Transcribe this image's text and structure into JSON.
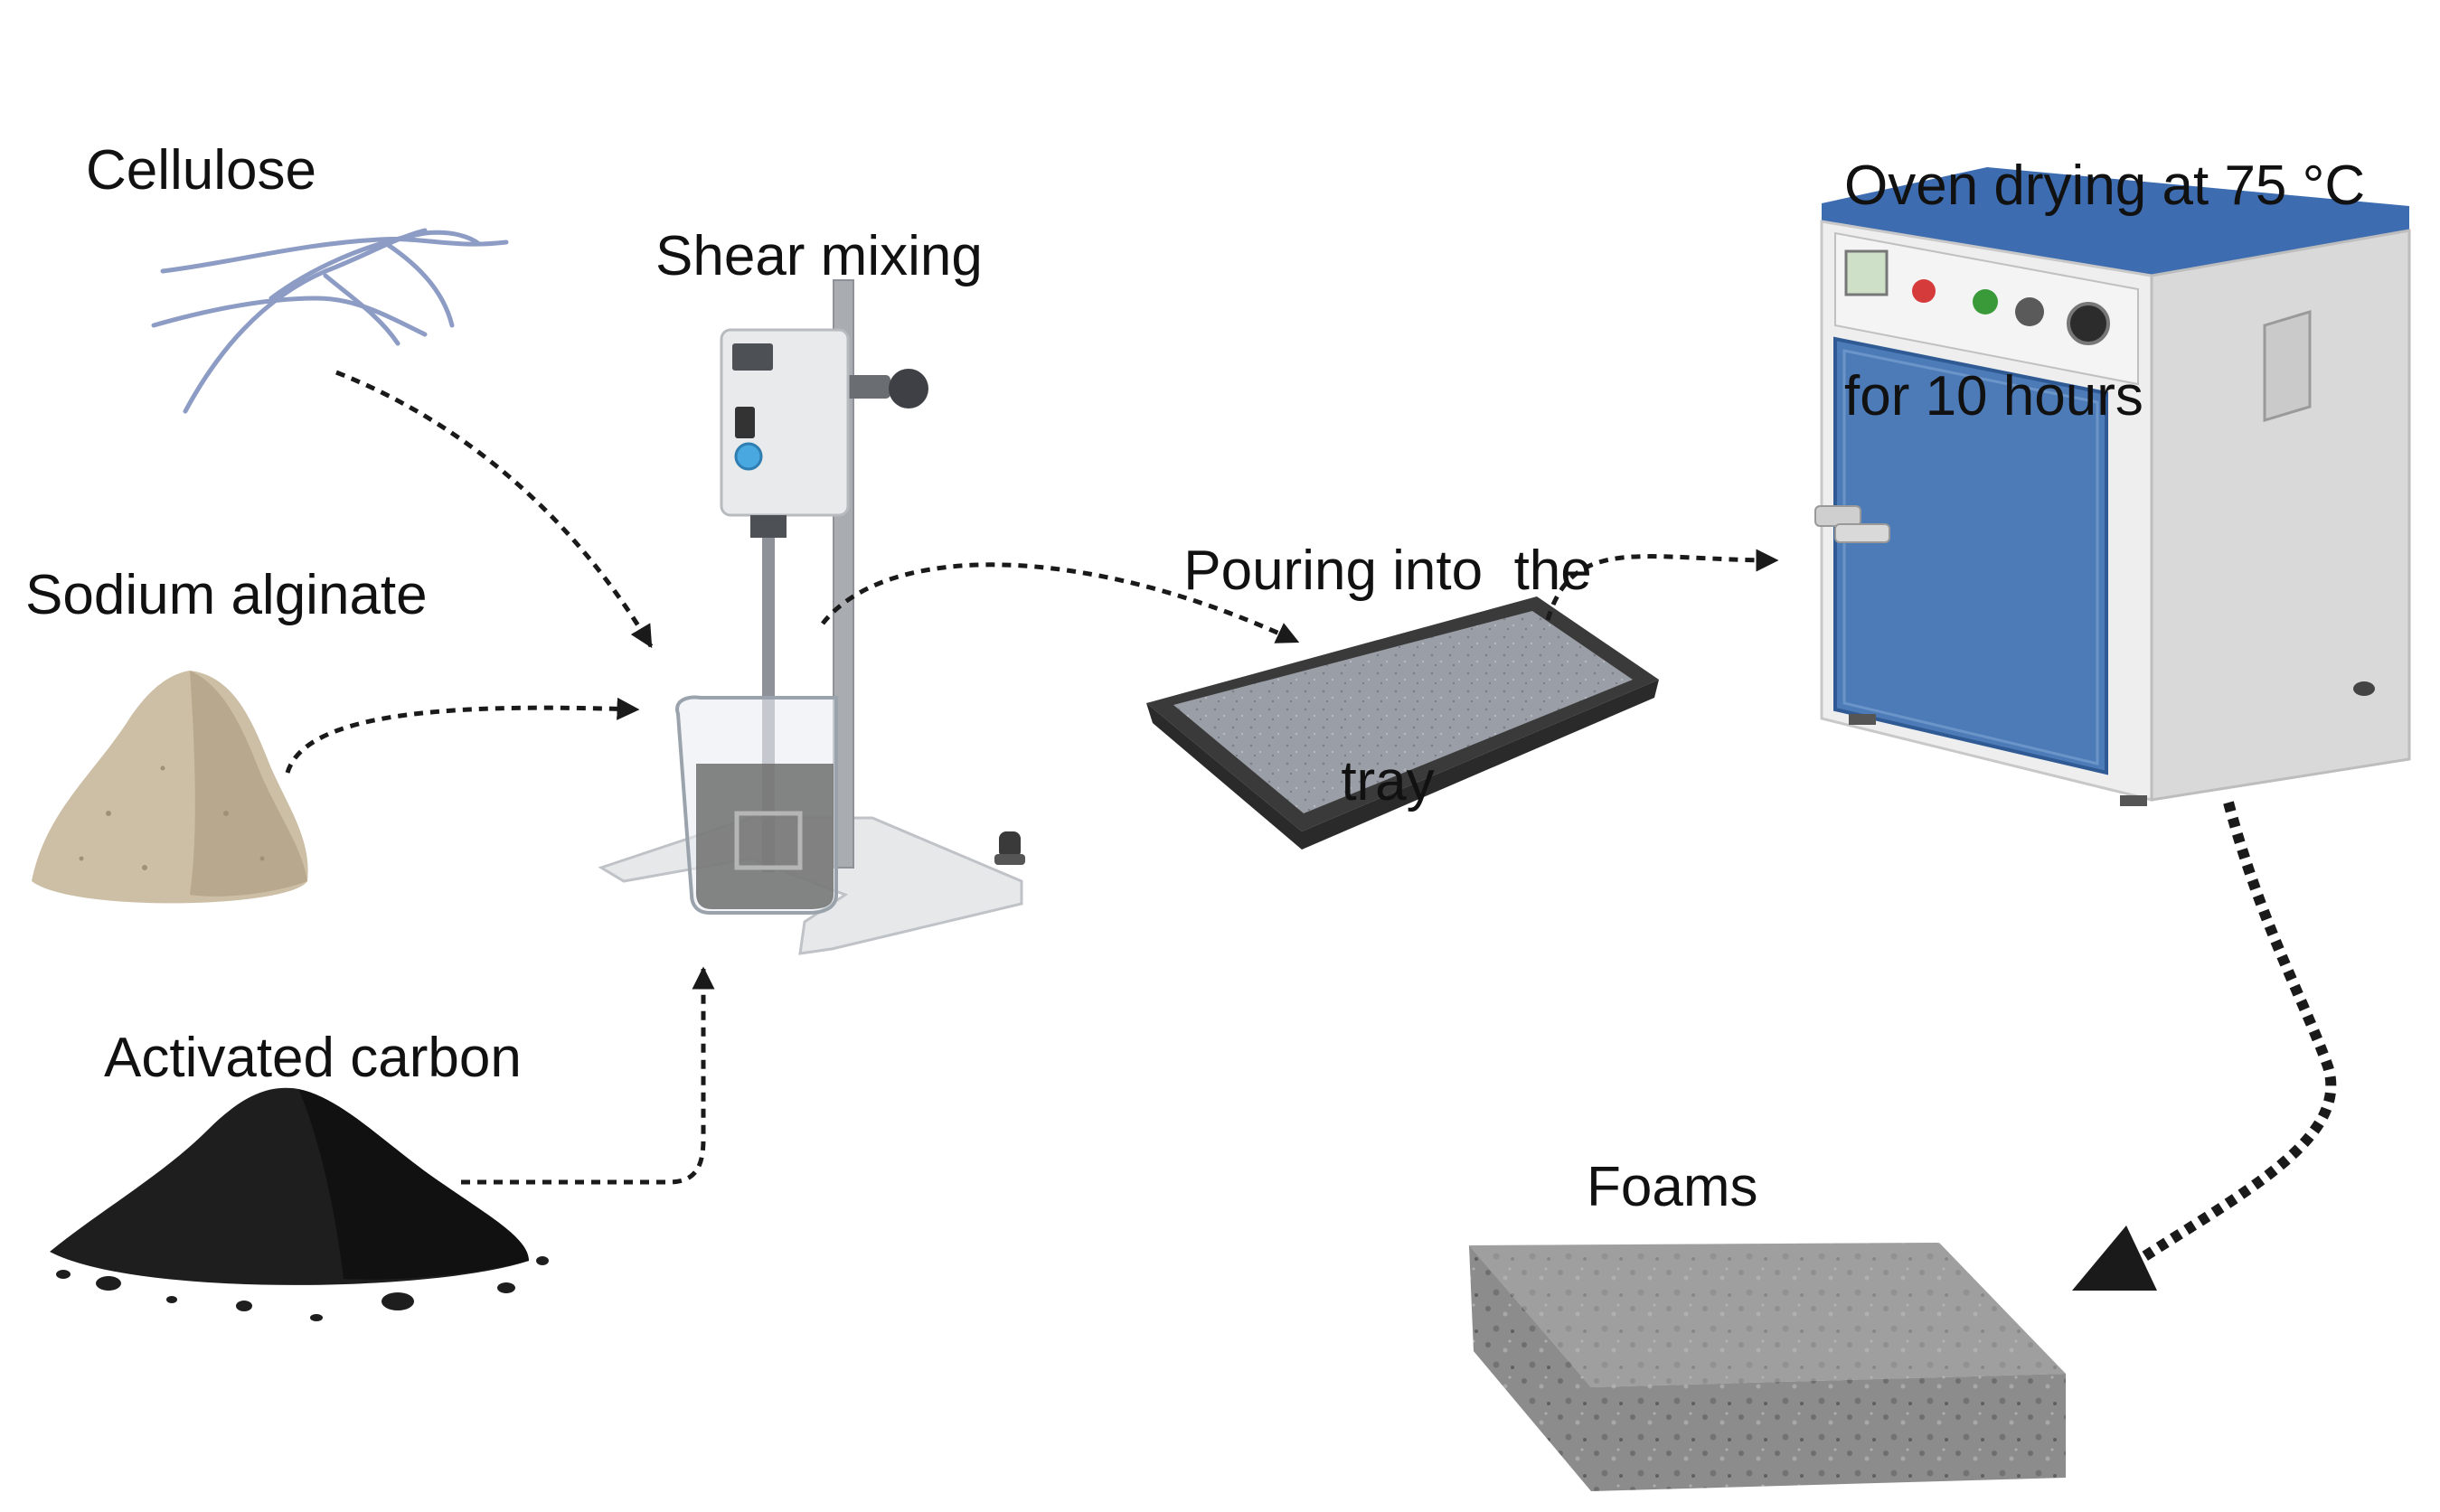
{
  "labels": {
    "cellulose": "Cellulose",
    "sodium_alginate": "Sodium alginate",
    "activated_carbon": "Activated carbon",
    "shear_mixing": "Shear mixing",
    "pouring_line1": "Pouring into  the",
    "pouring_line2": "tray",
    "oven_line1": "Oven drying at 75 °C",
    "oven_line2": "for 10 hours",
    "foams": "Foams"
  },
  "colors": {
    "cellulose_fiber": "#8d9cc4",
    "alginate_powder": "#cdbfa6",
    "carbon_powder": "#1e1e1e",
    "oven_blue": "#4d7bb8",
    "oven_body": "#e7e7e7",
    "tray": "#3a3a3a",
    "foam": "#8c8c8c",
    "arrow": "#1a1a1a"
  },
  "icons": [
    "cellulose-fibers-icon",
    "alginate-powder-pile-icon",
    "activated-carbon-pile-icon",
    "overhead-stirrer-icon",
    "tray-icon",
    "drying-oven-icon",
    "foam-block-icon"
  ]
}
